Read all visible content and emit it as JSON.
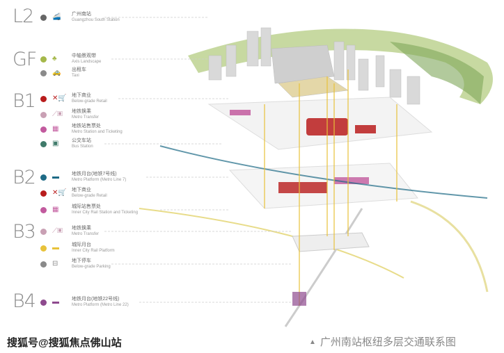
{
  "levels": [
    {
      "label": "L2",
      "items": [
        {
          "zh": "广州南站",
          "en": "Guangzhou South Station",
          "color": "#666666",
          "icon": "train-icon"
        }
      ]
    },
    {
      "label": "GF",
      "items": [
        {
          "zh": "中轴景观带",
          "en": "Axis Landscape",
          "color": "#a5b84a",
          "icon": "tree-icon"
        },
        {
          "zh": "出租车",
          "en": "Taxi",
          "color": "#8a8a8a",
          "icon": "taxi-icon"
        }
      ]
    },
    {
      "label": "B1",
      "items": [
        {
          "zh": "地下商业",
          "en": "Below-grade Retail",
          "color": "#b81c1c",
          "icon": "retail-icon"
        },
        {
          "zh": "地铁换乘",
          "en": "Metro Transfer",
          "color": "#c9a0b4",
          "icon": "escalator-icon"
        },
        {
          "zh": "地铁站售票处",
          "en": "Metro Station and Ticketing",
          "color": "#c25a9e",
          "icon": "ticket-icon"
        },
        {
          "zh": "公交车站",
          "en": "Bus Station",
          "color": "#3f7a6a",
          "icon": "bus-icon"
        }
      ]
    },
    {
      "label": "B2",
      "items": [
        {
          "zh": "地铁月台(地铁7号线)",
          "en": "Metro Platform (Metro Line 7)",
          "color": "#1e6b86",
          "icon": "metro-icon"
        },
        {
          "zh": "地下商业",
          "en": "Below-grade Retail",
          "color": "#b81c1c",
          "icon": "retail-icon"
        },
        {
          "zh": "城际站售票处",
          "en": "Inner City Rail Station and Ticketing",
          "color": "#c25a9e",
          "icon": "ticket-icon"
        }
      ]
    },
    {
      "label": "B3",
      "items": [
        {
          "zh": "地铁换乘",
          "en": "Metro Transfer",
          "color": "#c9a0b4",
          "icon": "escalator-icon"
        },
        {
          "zh": "城际月台",
          "en": "Inner City Rail Platform",
          "color": "#e8c23a",
          "icon": "rail-icon"
        },
        {
          "zh": "地下停车",
          "en": "Below-grade Parking",
          "color": "#8a8a8a",
          "icon": "parking-icon"
        }
      ]
    },
    {
      "label": "B4",
      "items": [
        {
          "zh": "地铁月台(地铁22号线)",
          "en": "Metro Platform (Metro Line 22)",
          "color": "#8e4a8e",
          "icon": "metro-icon"
        }
      ]
    }
  ],
  "watermark": "搜狐号@搜狐焦点佛山站",
  "caption": "广州南站枢纽多层交通联系图"
}
